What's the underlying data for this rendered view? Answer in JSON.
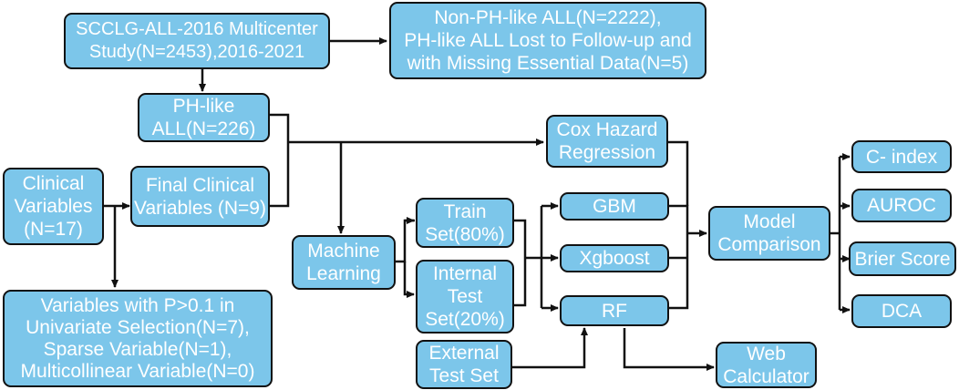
{
  "nodes": {
    "study": "SCCLG-ALL-2016 Multicenter\nStudy(N=2453),2016-2021",
    "excluded": "Non-PH-like ALL(N=2222),\nPH-like ALL Lost to Follow-up and\nwith Missing Essential Data(N=5)",
    "phlike": "PH-like\nALL(N=226)",
    "clinical": "Clinical\nVariables\n(N=17)",
    "final_clinical": "Final Clinical\nVariables (N=9)",
    "variables_removed": "Variables with P>0.1 in\nUnivariate Selection(N=7),\nSparse Variable(N=1),\nMulticollinear Variable(N=0)",
    "cox": "Cox Hazard\nRegression",
    "ml": "Machine\nLearning",
    "train": "Train\nSet(80%)",
    "internal_test": "Internal\nTest\nSet(20%)",
    "external_test": "External\nTest Set",
    "gbm": "GBM",
    "xgboost": "Xgboost",
    "rf": "RF",
    "model_comparison": "Model\nComparison",
    "web_calculator": "Web\nCalculator",
    "c_index": "C- index",
    "auroc": "AUROC",
    "brier": "Brier Score",
    "dca": "DCA"
  },
  "colors": {
    "box_fill": "#7cc6ea",
    "box_border": "#111111",
    "text": "#ffffff",
    "arrow": "#111111"
  }
}
